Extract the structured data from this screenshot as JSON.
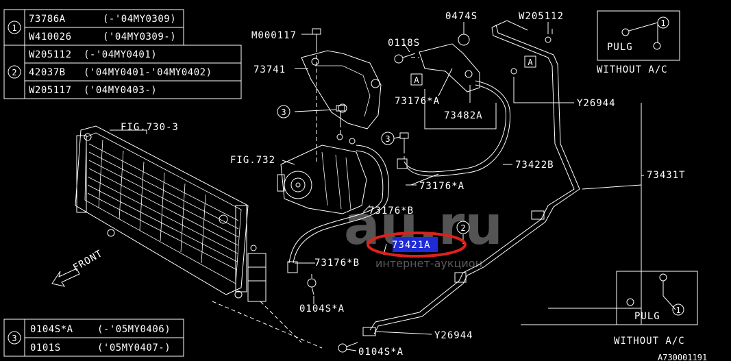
{
  "legend_1": {
    "marker": "1",
    "rows": [
      {
        "part": "73786A",
        "range": "(-'04MY0309)"
      },
      {
        "part": "W410026",
        "range": "('04MY0309-)"
      }
    ]
  },
  "legend_2": {
    "marker": "2",
    "rows": [
      {
        "part": "W205112",
        "range": "(-'04MY0401)"
      },
      {
        "part": "42037B",
        "range": "('04MY0401-'04MY0402)"
      },
      {
        "part": "W205117",
        "range": "('04MY0403-)"
      }
    ]
  },
  "legend_3": {
    "marker": "3",
    "rows": [
      {
        "part": "0104S*A",
        "range": "(-'05MY0406)"
      },
      {
        "part": "0101S",
        "range": "('05MY0407-)"
      }
    ]
  },
  "labels": {
    "fig730": "FIG.730-3",
    "fig732": "FIG.732",
    "m000117": "M000117",
    "p73741": "73741",
    "p0118s": "0118S",
    "p0474s": "0474S",
    "w205112": "W205112",
    "p73176a_1": "73176*A",
    "p73482a": "73482A",
    "y26944_1": "Y26944",
    "p73422b": "73422B",
    "p73176a_2": "73176*A",
    "p73431t": "73431T",
    "p73176b_1": "73176*B",
    "p73421a": "73421A",
    "p73176b_2": "73176*B",
    "p0104sa_1": "0104S*A",
    "y26944_2": "Y26944",
    "p0104sa_2": "0104S*A",
    "front": "FRONT",
    "circ3_a": "3",
    "circ3_b": "3",
    "circ2": "2",
    "box_a_1": "A",
    "box_a_2": "A",
    "diagram_code": "A730001191"
  },
  "inset_top": {
    "pulg": "PULG",
    "marker": "1",
    "caption": "WITHOUT A/C"
  },
  "inset_bottom": {
    "pulg": "PULG",
    "marker": "1",
    "caption": "WITHOUT A/C"
  },
  "watermark": {
    "brand": "au.ru",
    "tagline": "интернет-аукцион"
  },
  "highlight": {
    "part": "73421A",
    "color": "#e0201c",
    "fill": "#1e2bd6"
  }
}
